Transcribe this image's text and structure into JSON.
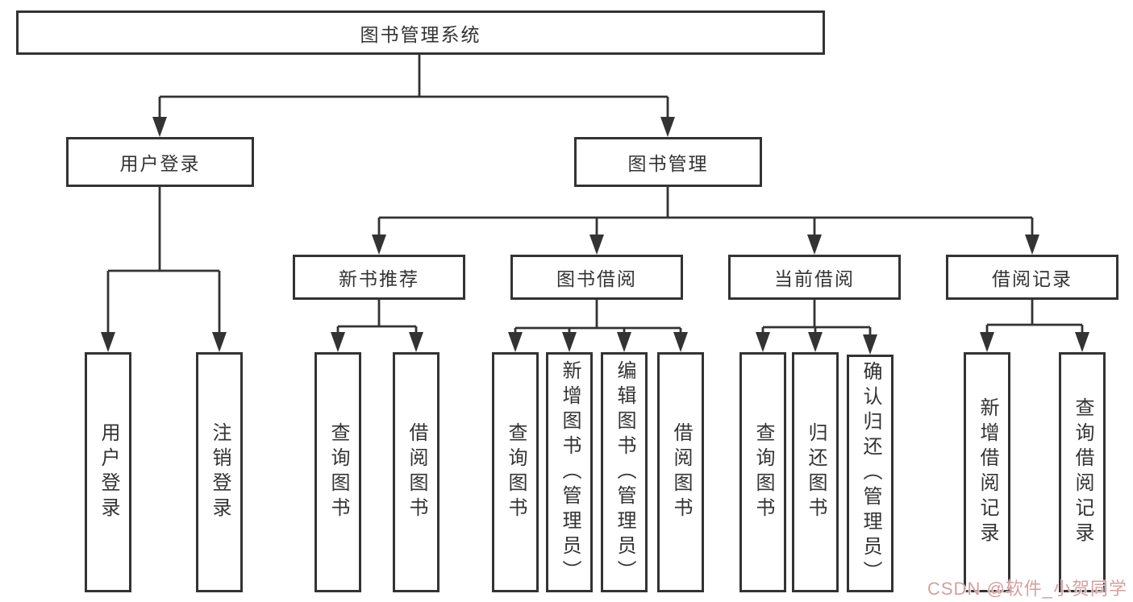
{
  "tree": {
    "label": "图书管理系统",
    "children": [
      {
        "label": "用户登录",
        "children": [
          {
            "label": "用户登录"
          },
          {
            "label": "注销登录"
          }
        ]
      },
      {
        "label": "图书管理",
        "children": [
          {
            "label": "新书推荐",
            "children": [
              {
                "label": "查询图书"
              },
              {
                "label": "借阅图书"
              }
            ]
          },
          {
            "label": "图书借阅",
            "children": [
              {
                "label": "查询图书"
              },
              {
                "label": "新增图书（管理员）"
              },
              {
                "label": "编辑图书（管理员）"
              },
              {
                "label": "借阅图书"
              }
            ]
          },
          {
            "label": "当前借阅",
            "children": [
              {
                "label": "查询图书"
              },
              {
                "label": "归还图书"
              },
              {
                "label": "确认归还（管理员）"
              }
            ]
          },
          {
            "label": "借阅记录",
            "children": [
              {
                "label": "新增借阅记录"
              },
              {
                "label": "查询借阅记录"
              }
            ]
          }
        ]
      }
    ]
  },
  "watermark": {
    "text": "CSDN @软件_小贺同学"
  },
  "colors": {
    "line": "#333333",
    "border": "#333333",
    "watermark": "#d79f9f"
  }
}
